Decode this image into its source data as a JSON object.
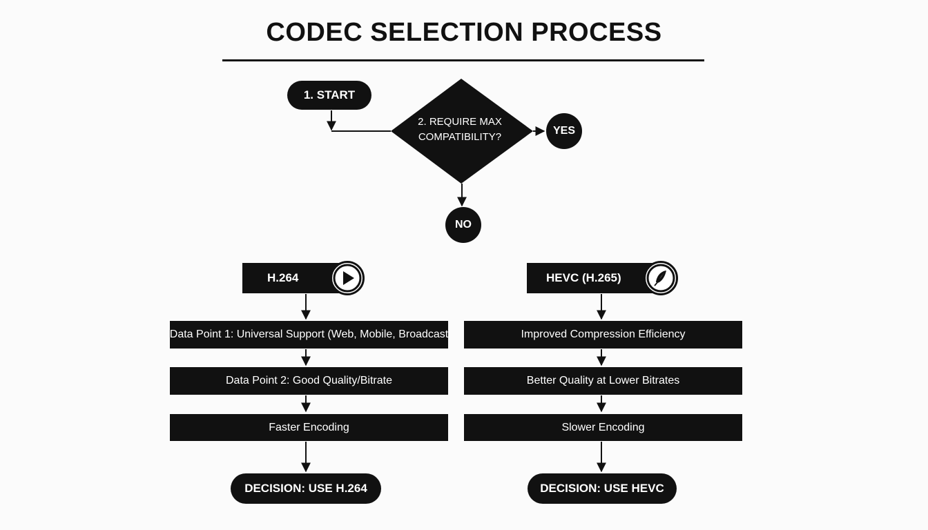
{
  "title": "CODEC SELECTION PROCESS",
  "start": {
    "label": "1. START"
  },
  "decision_question": {
    "line1": "2. REQUIRE MAX",
    "line2": "COMPATIBILITY?"
  },
  "yes_label": "YES",
  "no_label": "NO",
  "left_branch": {
    "codec": "H.264",
    "icon": "play-icon",
    "steps": [
      "Data Point 1: Universal Support (Web, Mobile, Broadcast",
      "Data Point 2: Good Quality/Bitrate",
      "Faster Encoding"
    ],
    "decision": "DECISION: USE H.264"
  },
  "right_branch": {
    "codec": "HEVC (H.265)",
    "icon": "feather-icon",
    "steps": [
      "Improved Compression Efficiency",
      "Better Quality at Lower Bitrates",
      "Slower Encoding"
    ],
    "decision": "DECISION: USE HEVC"
  },
  "colors": {
    "ink": "#111111",
    "background": "#fbfbfb",
    "text_on_dark": "#ffffff"
  }
}
